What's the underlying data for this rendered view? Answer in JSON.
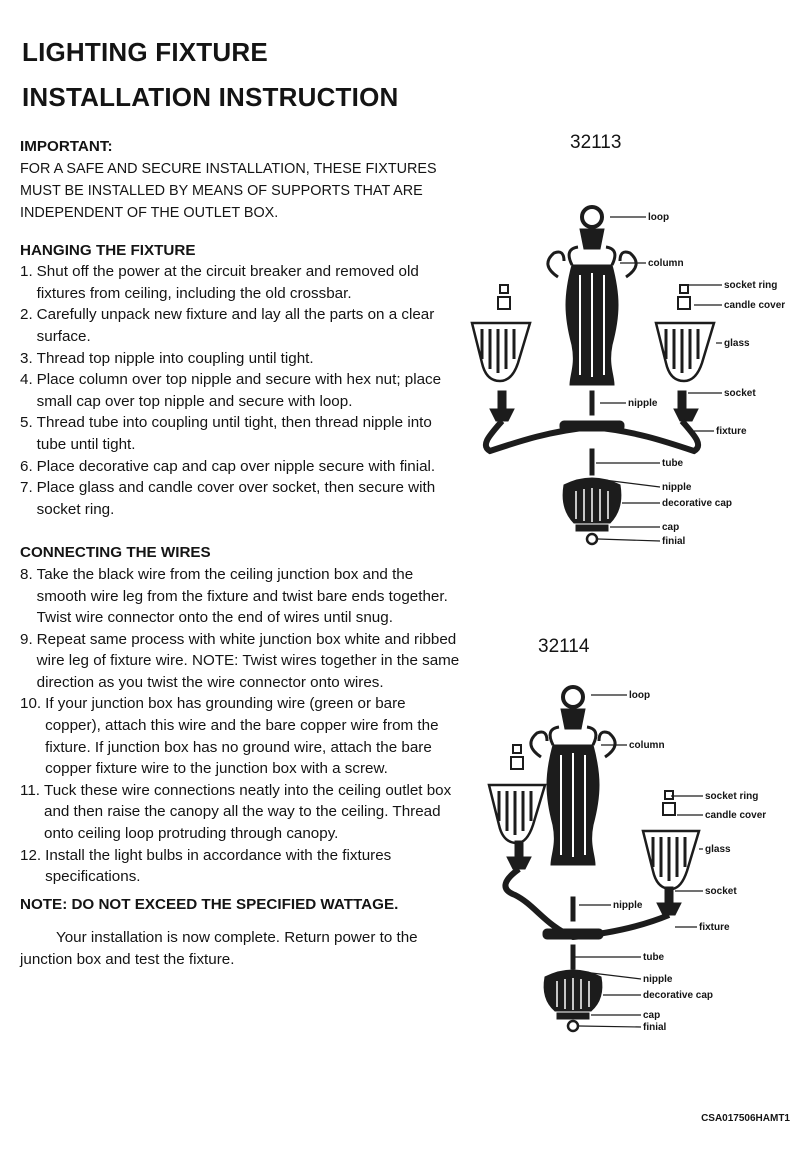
{
  "title": [
    "LIGHTING FIXTURE",
    "INSTALLATION INSTRUCTION"
  ],
  "important": {
    "heading": "IMPORTANT:",
    "text": "FOR A SAFE AND SECURE INSTALLATION, THESE FIXTURES MUST BE INSTALLED BY MEANS OF SUPPORTS THAT ARE INDEPENDENT OF THE OUTLET BOX."
  },
  "hanging": {
    "heading": "HANGING THE FIXTURE",
    "steps": [
      {
        "num": "1.",
        "text": "Shut off the power at the circuit breaker and removed old fixtures from ceiling, including the old crossbar."
      },
      {
        "num": "2.",
        "text": "Carefully unpack new fixture and lay all the parts on a clear surface."
      },
      {
        "num": "3.",
        "text": "Thread top nipple into coupling until tight."
      },
      {
        "num": "4.",
        "text": "Place column over top nipple and secure with hex nut; place small cap over top nipple and secure with loop."
      },
      {
        "num": "5.",
        "text": "Thread tube into coupling until tight, then thread nipple into tube until tight."
      },
      {
        "num": "6.",
        "text": "Place decorative cap and cap over nipple secure with finial."
      },
      {
        "num": "7.",
        "text": "Place glass and candle cover over socket, then secure with socket ring."
      }
    ]
  },
  "wires": {
    "heading": "CONNECTING THE WIRES",
    "steps": [
      {
        "num": "8.",
        "text": "Take the black wire from the ceiling junction box and the smooth wire leg from the fixture and twist bare ends together. Twist wire connector onto the end of wires until snug."
      },
      {
        "num": "9.",
        "text": "Repeat same process with white junction box white and ribbed wire leg of fixture wire. NOTE: Twist wires together in the same direction as you twist the wire connector onto wires."
      },
      {
        "num": "10.",
        "text": "If your junction box has grounding wire (green or bare copper), attach this wire and the bare copper wire from the fixture. If junction box has no ground wire, attach the bare copper fixture wire to the junction box with a screw."
      },
      {
        "num": "11.",
        "text": "Tuck these wire connections neatly into the ceiling outlet box and then raise the canopy all the way to the ceiling. Thread onto ceiling loop protruding through canopy."
      },
      {
        "num": "12.",
        "text": "Install the light bulbs in accordance with the fixtures specifications."
      }
    ]
  },
  "note": "NOTE: DO NOT EXCEED THE SPECIFIED WATTAGE.",
  "closing": "Your installation is now complete. Return power to the junction box and test the fixture.",
  "diagrams": [
    {
      "model": "32113",
      "labels": [
        "loop",
        "column",
        "socket ring",
        "candle cover",
        "glass",
        "socket",
        "nipple",
        "fixture",
        "tube",
        "nipple",
        "decorative cap",
        "cap",
        "finial"
      ]
    },
    {
      "model": "32114",
      "labels": [
        "loop",
        "column",
        "socket ring",
        "candle cover",
        "glass",
        "socket",
        "nipple",
        "fixture",
        "tube",
        "nipple",
        "decorative cap",
        "cap",
        "finial"
      ]
    }
  ],
  "footer_code": "CSA017506HAMT1"
}
